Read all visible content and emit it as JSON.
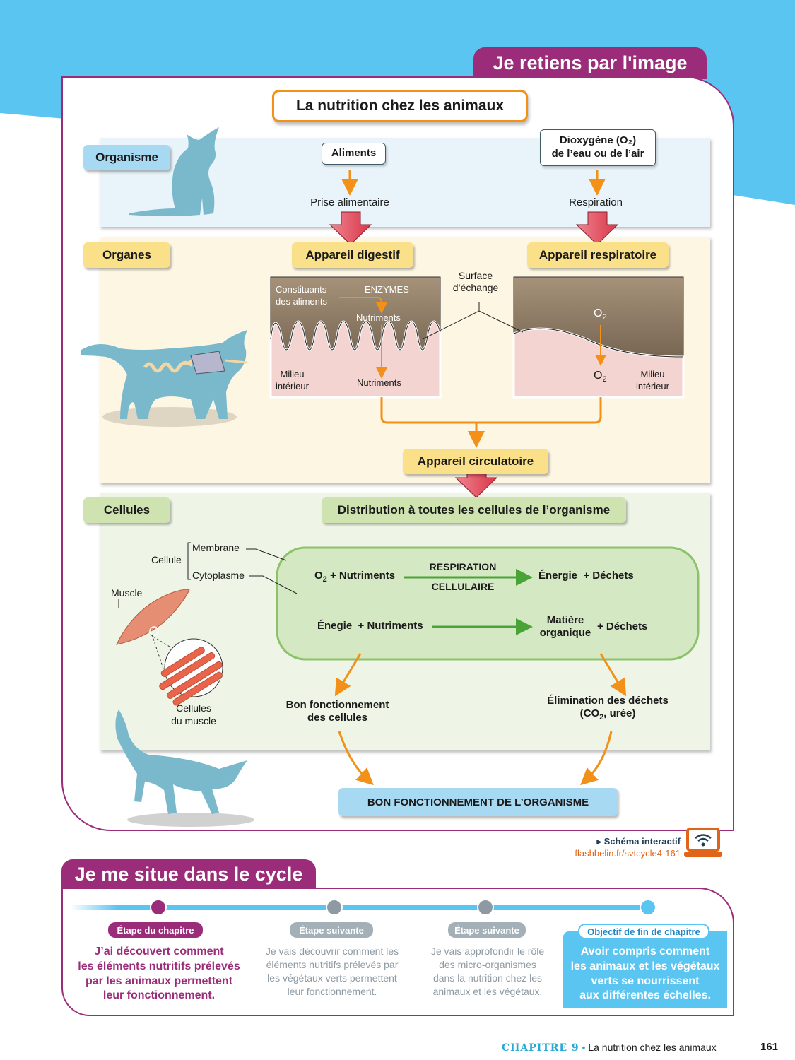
{
  "header": {
    "section_tab": "Je retiens par l'image",
    "diagram_title": "La nutrition chez les animaux"
  },
  "levels": {
    "organisme": "Organisme",
    "organes": "Organes",
    "cellules": "Cellules"
  },
  "organisme_row": {
    "aliments": "Aliments",
    "dioxygene_line1": "Dioxygène (O₂)",
    "dioxygene_line2": "de l’eau ou de l’air",
    "prise_alimentaire": "Prise alimentaire",
    "respiration": "Respiration"
  },
  "organes_row": {
    "appareil_digestif": "Appareil digestif",
    "appareil_respiratoire": "Appareil respiratoire",
    "surface_echange_line1": "Surface",
    "surface_echange_line2": "d’échange",
    "digestif_panel": {
      "constituants_line1": "Constituants",
      "constituants_line2": "des aliments",
      "enzymes": "ENZYMES",
      "nutriments_top": "Nutriments",
      "milieu_line1": "Milieu",
      "milieu_line2": "intérieur",
      "nutriments_bottom": "Nutriments"
    },
    "respiratoire_panel": {
      "o2_top": "O",
      "o2_top_sub": "2",
      "o2_bottom": "O",
      "o2_bottom_sub": "2",
      "milieu_line1": "Milieu",
      "milieu_line2": "intérieur"
    },
    "appareil_circulatoire": "Appareil circulatoire"
  },
  "cellules_row": {
    "distribution": "Distribution à toutes les cellules de l’organisme",
    "cellule": "Cellule",
    "membrane": "Membrane",
    "cytoplasme": "Cytoplasme",
    "muscle": "Muscle",
    "cellules_muscle_line1": "Cellules",
    "cellules_muscle_line2": "du muscle",
    "reaction1": {
      "reactant_o2": "O",
      "reactant_sub": "2",
      "reactant_rest": "+ Nutriments",
      "label_line1": "RESPIRATION",
      "label_line2": "CELLULAIRE",
      "product1": "Énergie",
      "product2": "+ Déchets"
    },
    "reaction2": {
      "reactant1": "Énegie",
      "reactant2": "+ Nutriments",
      "product1_line1": "Matière",
      "product1_line2": "organique",
      "product2": "+ Déchets"
    },
    "bon_fonctionnement_line1": "Bon fonctionnement",
    "bon_fonctionnement_line2": "des cellules",
    "elimination_line1": "Élimination des déchets",
    "elimination_line2_pre": "(CO",
    "elimination_line2_sub": "2",
    "elimination_line2_post": ", urée)"
  },
  "result": "BON FONCTIONNEMENT DE L’ORGANISME",
  "interactive": {
    "label": "Schéma interactif",
    "link": "flashbelin.fr/svtcycle4-161",
    "icon": "laptop-wifi-icon"
  },
  "cycle": {
    "section_tab": "Je me situe dans le cycle",
    "steps": [
      {
        "badge": "Étape du chapitre",
        "text": [
          "J’ai découvert comment",
          "les éléments nutritifs prélevés",
          "par les animaux permettent",
          "leur fonctionnement."
        ]
      },
      {
        "badge": "Étape suivante",
        "text": [
          "Je vais découvrir comment les",
          "éléments nutritifs prélevés par",
          "les végétaux verts permettent",
          "leur fonctionnement."
        ]
      },
      {
        "badge": "Étape suivante",
        "text": [
          "Je vais approfondir le rôle",
          "des micro-organismes",
          "dans la nutrition chez les",
          "animaux et les végétaux."
        ]
      },
      {
        "badge": "Objectif de fin de chapitre",
        "text": [
          "Avoir compris comment",
          "les animaux et les végétaux",
          "verts se nourrissent",
          "aux différentes échelles."
        ]
      }
    ]
  },
  "footer": {
    "chapter": "CHAPITRE 9",
    "separator": "•",
    "chapter_title": "La nutrition chez les animaux",
    "page_number": "161"
  },
  "colors": {
    "sky": "#5bc5f2",
    "magenta": "#9b2c7a",
    "orange": "#f29018",
    "red_arrow": "#e0475a",
    "blue_band": "#e8f4fa",
    "yellow_band": "#fdf6e3",
    "green_band": "#eef5e6",
    "gray_badge": "#a4b0b8"
  }
}
